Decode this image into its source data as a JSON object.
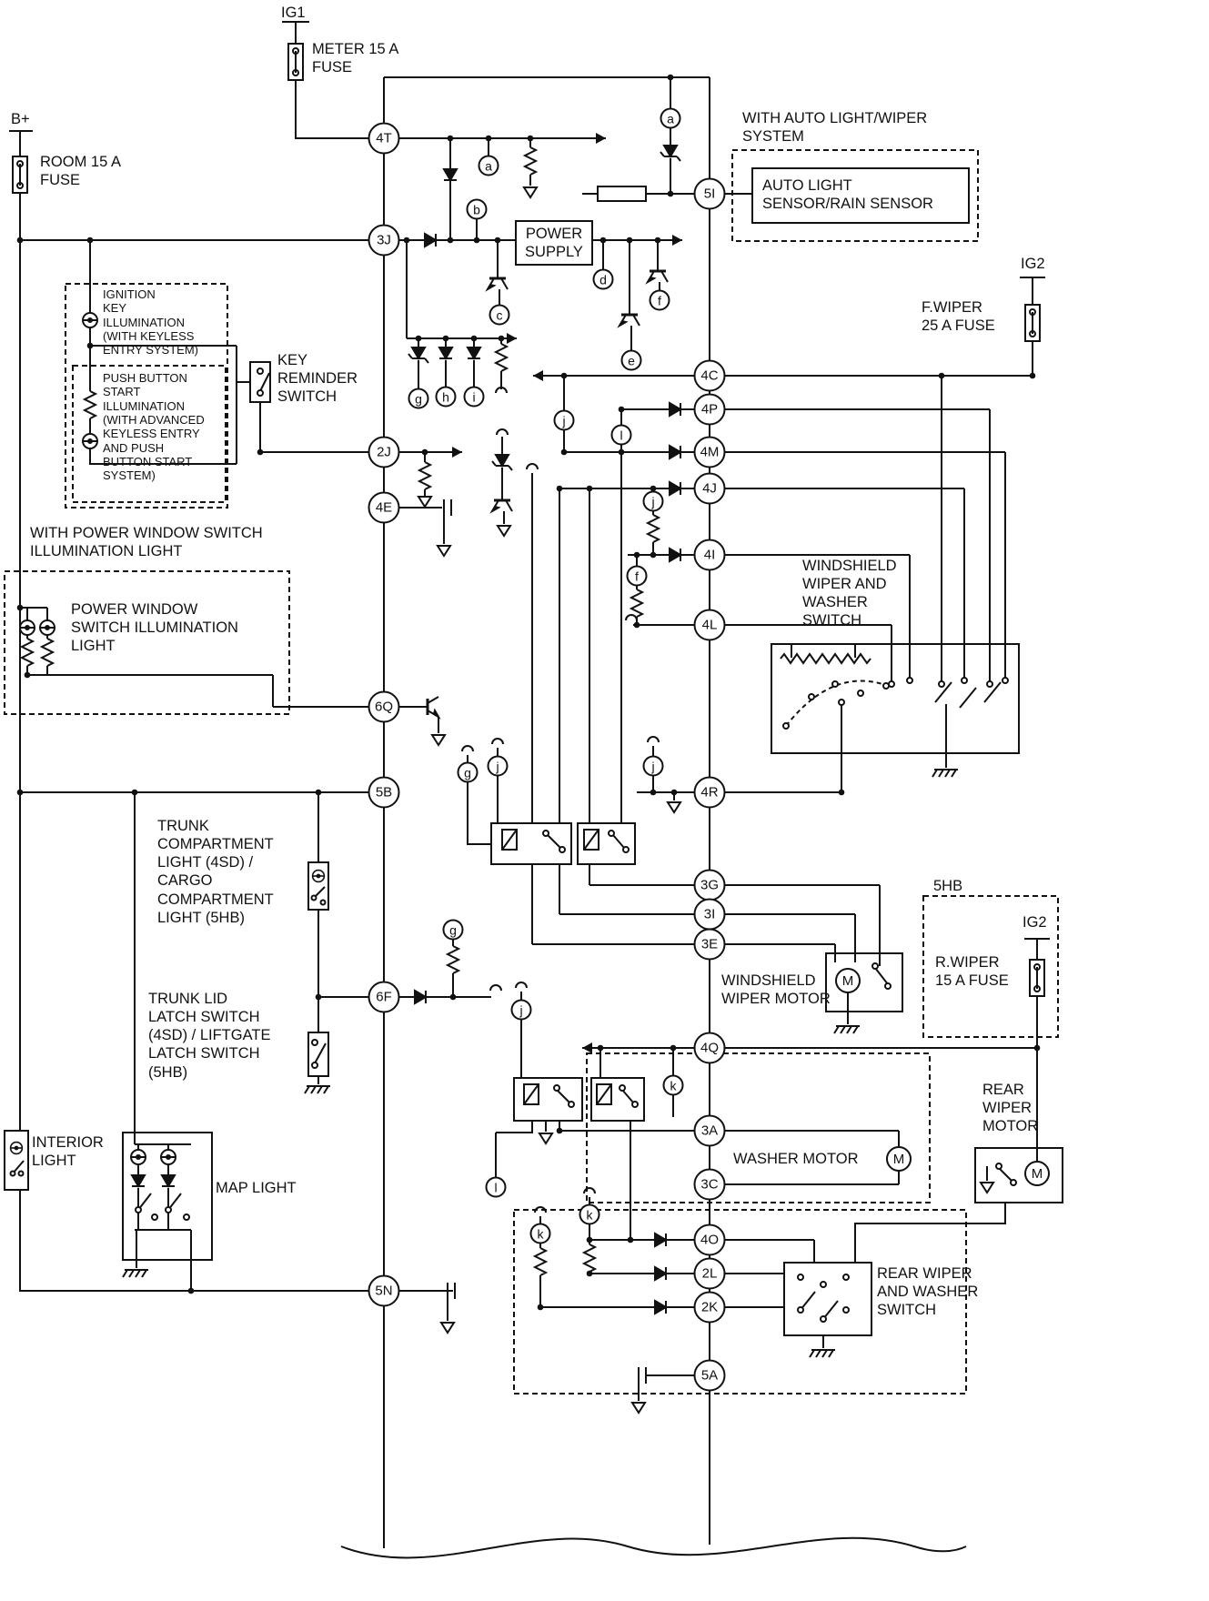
{
  "labels": {
    "ig1": "IG1",
    "meter_fuse": "METER 15 A\nFUSE",
    "b_plus": "B+",
    "room_fuse": "ROOM 15 A\nFUSE",
    "with_auto_light": "WITH AUTO LIGHT/WIPER\nSYSTEM",
    "auto_light_sensor": "AUTO LIGHT\nSENSOR/RAIN SENSOR",
    "power_supply": "POWER\nSUPPLY",
    "ignition_key_illumination": "IGNITION\nKEY\nILLUMINATION\n(WITH KEYLESS\nENTRY SYSTEM)",
    "push_button_start": "PUSH BUTTON\nSTART\nILLUMINATION\n(WITH ADVANCED\nKEYLESS ENTRY\nAND PUSH\nBUTTON START\nSYSTEM)",
    "key_reminder_switch": "KEY\nREMINDER\nSWITCH",
    "ig2_front": "IG2",
    "f_wiper_fuse": "F.WIPER\n25 A FUSE",
    "with_power_window": "WITH POWER WINDOW SWITCH\nILLUMINATION LIGHT",
    "power_window_illumination": "POWER WINDOW\nSWITCH ILLUMINATION\nLIGHT",
    "windshield_switch": "WINDSHIELD\nWIPER AND\nWASHER\nSWITCH",
    "trunk_light": "TRUNK\nCOMPARTMENT\nLIGHT (4SD) /\nCARGO\nCOMPARTMENT\nLIGHT (5HB)",
    "trunk_latch": "TRUNK LID\nLATCH SWITCH\n(4SD) / LIFTGATE\nLATCH SWITCH\n(5HB)",
    "hb5": "5HB",
    "ig2_rear": "IG2",
    "r_wiper_fuse": "R.WIPER\n15 A FUSE",
    "windshield_motor": "WINDSHIELD\nWIPER MOTOR",
    "rear_motor": "REAR\nWIPER\nMOTOR",
    "washer_motor": "WASHER MOTOR",
    "interior_light": "INTERIOR\nLIGHT",
    "map_light": "MAP LIGHT",
    "rear_switch": "REAR WIPER\nAND WASHER\nSWITCH",
    "motor_m": "M"
  },
  "connectors": [
    "4T",
    "3J",
    "2J",
    "4E",
    "6Q",
    "5B",
    "6F",
    "5N",
    "5I",
    "4C",
    "4P",
    "4M",
    "4J",
    "4I",
    "4L",
    "4R",
    "3G",
    "3I",
    "3E",
    "4Q",
    "3A",
    "3C",
    "4O",
    "2L",
    "2K",
    "5A"
  ],
  "pins": [
    "a",
    "b",
    "c",
    "d",
    "e",
    "f",
    "g",
    "h",
    "i",
    "a",
    "j",
    "l",
    "j",
    "f",
    "g",
    "j",
    "j",
    "g",
    "j",
    "k",
    "l",
    "k",
    "k"
  ]
}
